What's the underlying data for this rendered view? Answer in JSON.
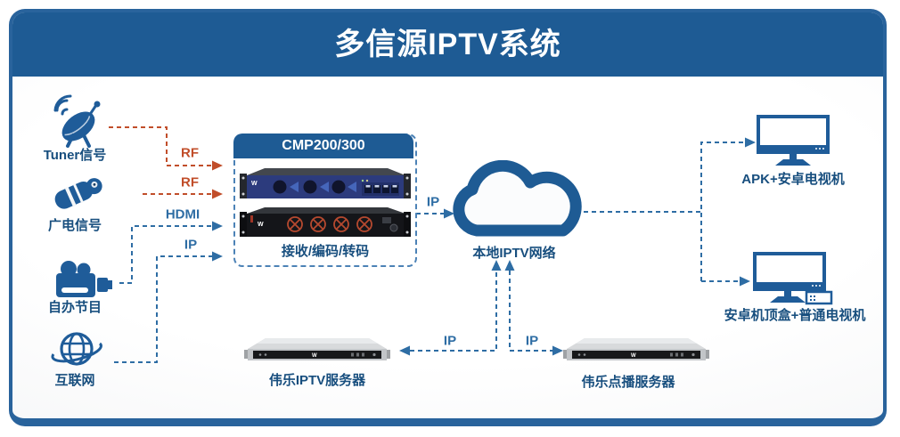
{
  "title": "多信源IPTV系统",
  "brand_logo": "W",
  "sources": {
    "tuner": "Tuner信号",
    "cable": "广电信号",
    "local": "自办节目",
    "internet": "互联网"
  },
  "encoder": {
    "model": "CMP200/300",
    "caption": "接收/编码/转码"
  },
  "cloud": {
    "label": "本地IPTV网络"
  },
  "links": {
    "rf_tuner": "RF",
    "rf_cable": "RF",
    "hdmi": "HDMI",
    "ip_source": "IP",
    "ip_encoder_cloud": "IP",
    "ip_iptv_server": "IP",
    "ip_vod_server": "IP"
  },
  "servers": {
    "iptv": "伟乐IPTV服务器",
    "vod": "伟乐点播服务器"
  },
  "clients": {
    "apk_tv": "APK+安卓电视机",
    "stb_tv": "安卓机顶盒+普通电视机"
  },
  "colors": {
    "primary_blue": "#1E5B94",
    "line_blue": "#2E6DA4",
    "line_red": "#C14E2A",
    "label_navy": "#174E7E"
  }
}
